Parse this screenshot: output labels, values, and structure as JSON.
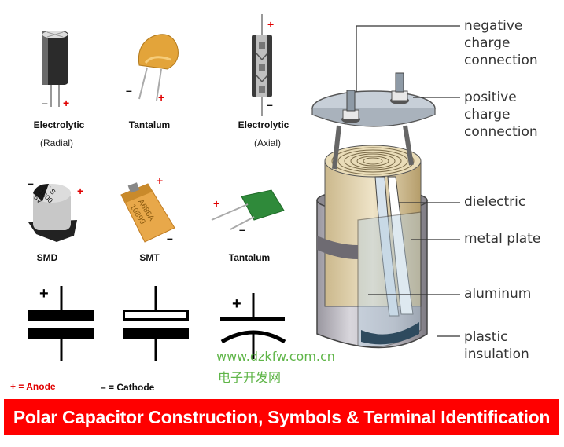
{
  "title": "Polar Capacitor Construction, Symbols & Terminal Identification",
  "capacitor_types": [
    {
      "name": "Electrolytic",
      "subtitle": "(Radial)",
      "icon": "radial-electrolytic-capacitor",
      "plus": "+",
      "minus": "–"
    },
    {
      "name": "Tantalum",
      "subtitle": "",
      "icon": "tantalum-bead-capacitor",
      "plus": "+",
      "minus": "–"
    },
    {
      "name": "Electrolytic",
      "subtitle": "(Axial)",
      "icon": "axial-electrolytic-capacitor",
      "plus": "+",
      "minus": "–"
    },
    {
      "name": "SMD",
      "subtitle": "",
      "icon": "smd-electrolytic-capacitor",
      "plus": "+",
      "minus": "–"
    },
    {
      "name": "SMT",
      "subtitle": "",
      "icon": "smt-tantalum-capacitor",
      "plus": "+",
      "minus": "–"
    },
    {
      "name": "Tantalum",
      "subtitle": "",
      "icon": "tantalum-dipped-capacitor",
      "plus": "+",
      "minus": "–"
    }
  ],
  "component_markings": {
    "smd": [
      "C S",
      "1000",
      "6V"
    ],
    "smt": [
      "A686A",
      "10899"
    ]
  },
  "symbols": [
    {
      "name": "polarized-filled-plates",
      "plus": "+"
    },
    {
      "name": "polarized-hollow-plate",
      "plus": ""
    },
    {
      "name": "polarized-curved-plate",
      "plus": "+"
    }
  ],
  "legend": {
    "anode": "+ = Anode",
    "cathode": "– = Cathode"
  },
  "construction_callouts": [
    {
      "id": "negative",
      "text": "negative\ncharge\nconnection"
    },
    {
      "id": "positive",
      "text": "positive\ncharge\nconnection"
    },
    {
      "id": "dielectric",
      "text": "dielectric"
    },
    {
      "id": "metal-plate",
      "text": "metal plate"
    },
    {
      "id": "aluminum",
      "text": "aluminum"
    },
    {
      "id": "plastic",
      "text": "plastic\ninsulation"
    }
  ],
  "watermark": {
    "url": "www.dzkfw.com.cn",
    "cn": "电子开发网"
  },
  "colors": {
    "banner": "#ff0000",
    "plus": "#e00000",
    "watermark": "#5fb548"
  }
}
